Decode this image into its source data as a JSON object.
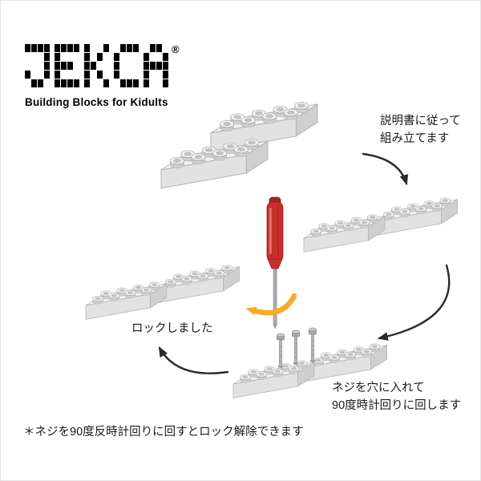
{
  "logo": {
    "brand": "JEKCA",
    "registered": "®",
    "tagline": "Building Blocks for Kidults"
  },
  "steps": {
    "assemble": {
      "line1": "説明書に従って",
      "line2": "組み立てます"
    },
    "screw": {
      "line1": "ネジを穴に入れて",
      "line2": "90度時計回りに回します"
    },
    "locked": {
      "label": "ロックしました"
    }
  },
  "footnote": "＊ネジを90度反時計回りに回すとロック解除できます",
  "icons": {
    "screwdriver": "screwdriver-icon",
    "rotation_arrow": "rotation-arrow-icon",
    "screw": "screw-icon",
    "brick": "brick-icon",
    "flow_arrow": "flow-arrow-icon"
  },
  "colors": {
    "background": "#ffffff",
    "text": "#1a1a1a",
    "logo": "#000000",
    "brick_top": "#f4f4f4",
    "brick_front": "#e2e2e2",
    "brick_side": "#cfcfcf",
    "brick_outline": "#b0b0b0",
    "stud_hole": "#c4c4c4",
    "screwdriver_handle": "#c8302e",
    "screwdriver_shaft": "#a8a8a8",
    "rotation_arrow": "#f2ae2a",
    "flow_arrow": "#2a2a2a"
  }
}
